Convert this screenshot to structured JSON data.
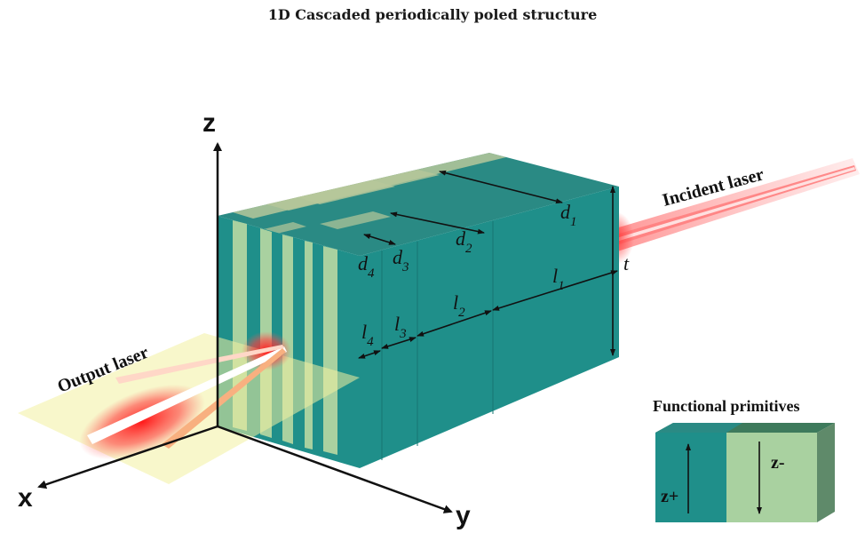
{
  "title": "1D Cascaded periodically poled structure",
  "axes": {
    "z": "z",
    "x": "x",
    "y": "y"
  },
  "labels": {
    "incident_laser": "Incident laser",
    "output_laser": "Output laser",
    "functional_primitives": "Functional primitives",
    "thickness": "t",
    "z_plus": "z+",
    "z_minus": "z-"
  },
  "periods": [
    {
      "d": "d",
      "d_sub": "1",
      "l": "l",
      "l_sub": "1"
    },
    {
      "d": "d",
      "d_sub": "2",
      "l": "l",
      "l_sub": "2"
    },
    {
      "d": "d",
      "d_sub": "3",
      "l": "l",
      "l_sub": "3"
    },
    {
      "d": "d",
      "d_sub": "4",
      "l": "l",
      "l_sub": "4"
    }
  ],
  "colors": {
    "teal_domain": "#1f8f8a",
    "teal_top": "#2a8a84",
    "light_domain": "#a9d1a0",
    "light_top": "#b6c79a",
    "laser_red": "#ff2a2a",
    "output_plane": "#f2f0a0"
  }
}
